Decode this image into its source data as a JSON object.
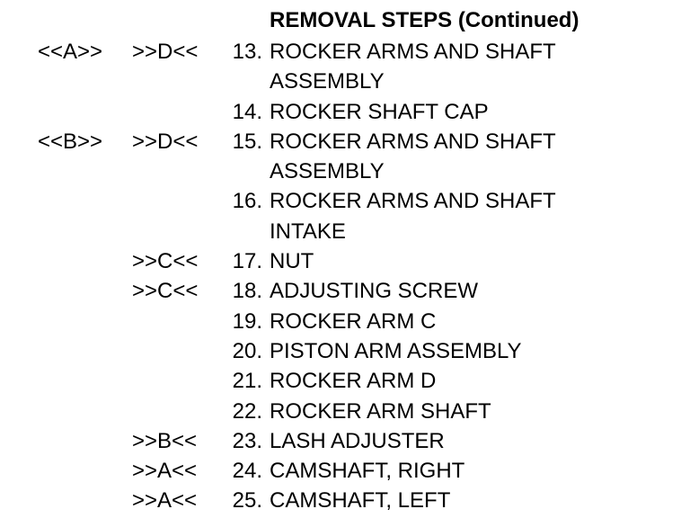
{
  "title": "REMOVAL STEPS (Continued)",
  "steps": [
    {
      "ref_a": "<<A>>",
      "ref_b": ">>D<<",
      "number": "13.",
      "text": "ROCKER ARMS AND SHAFT"
    },
    {
      "ref_a": "",
      "ref_b": "",
      "number": "",
      "text": "ASSEMBLY"
    },
    {
      "ref_a": "",
      "ref_b": "",
      "number": "14.",
      "text": "ROCKER SHAFT CAP"
    },
    {
      "ref_a": "<<B>>",
      "ref_b": ">>D<<",
      "number": "15.",
      "text": "ROCKER ARMS AND SHAFT"
    },
    {
      "ref_a": "",
      "ref_b": "",
      "number": "",
      "text": "ASSEMBLY"
    },
    {
      "ref_a": "",
      "ref_b": "",
      "number": "16.",
      "text": "ROCKER ARMS AND SHAFT"
    },
    {
      "ref_a": "",
      "ref_b": "",
      "number": "",
      "text": "INTAKE"
    },
    {
      "ref_a": "",
      "ref_b": ">>C<<",
      "number": "17.",
      "text": "NUT"
    },
    {
      "ref_a": "",
      "ref_b": ">>C<<",
      "number": "18.",
      "text": "ADJUSTING SCREW"
    },
    {
      "ref_a": "",
      "ref_b": "",
      "number": "19.",
      "text": "ROCKER ARM C"
    },
    {
      "ref_a": "",
      "ref_b": "",
      "number": "20.",
      "text": "PISTON ARM ASSEMBLY"
    },
    {
      "ref_a": "",
      "ref_b": "",
      "number": "21.",
      "text": "ROCKER ARM D"
    },
    {
      "ref_a": "",
      "ref_b": "",
      "number": "22.",
      "text": "ROCKER ARM SHAFT"
    },
    {
      "ref_a": "",
      "ref_b": ">>B<<",
      "number": "23.",
      "text": "LASH ADJUSTER"
    },
    {
      "ref_a": "",
      "ref_b": ">>A<<",
      "number": "24.",
      "text": "CAMSHAFT, RIGHT"
    },
    {
      "ref_a": "",
      "ref_b": ">>A<<",
      "number": "25.",
      "text": "CAMSHAFT, LEFT"
    }
  ]
}
